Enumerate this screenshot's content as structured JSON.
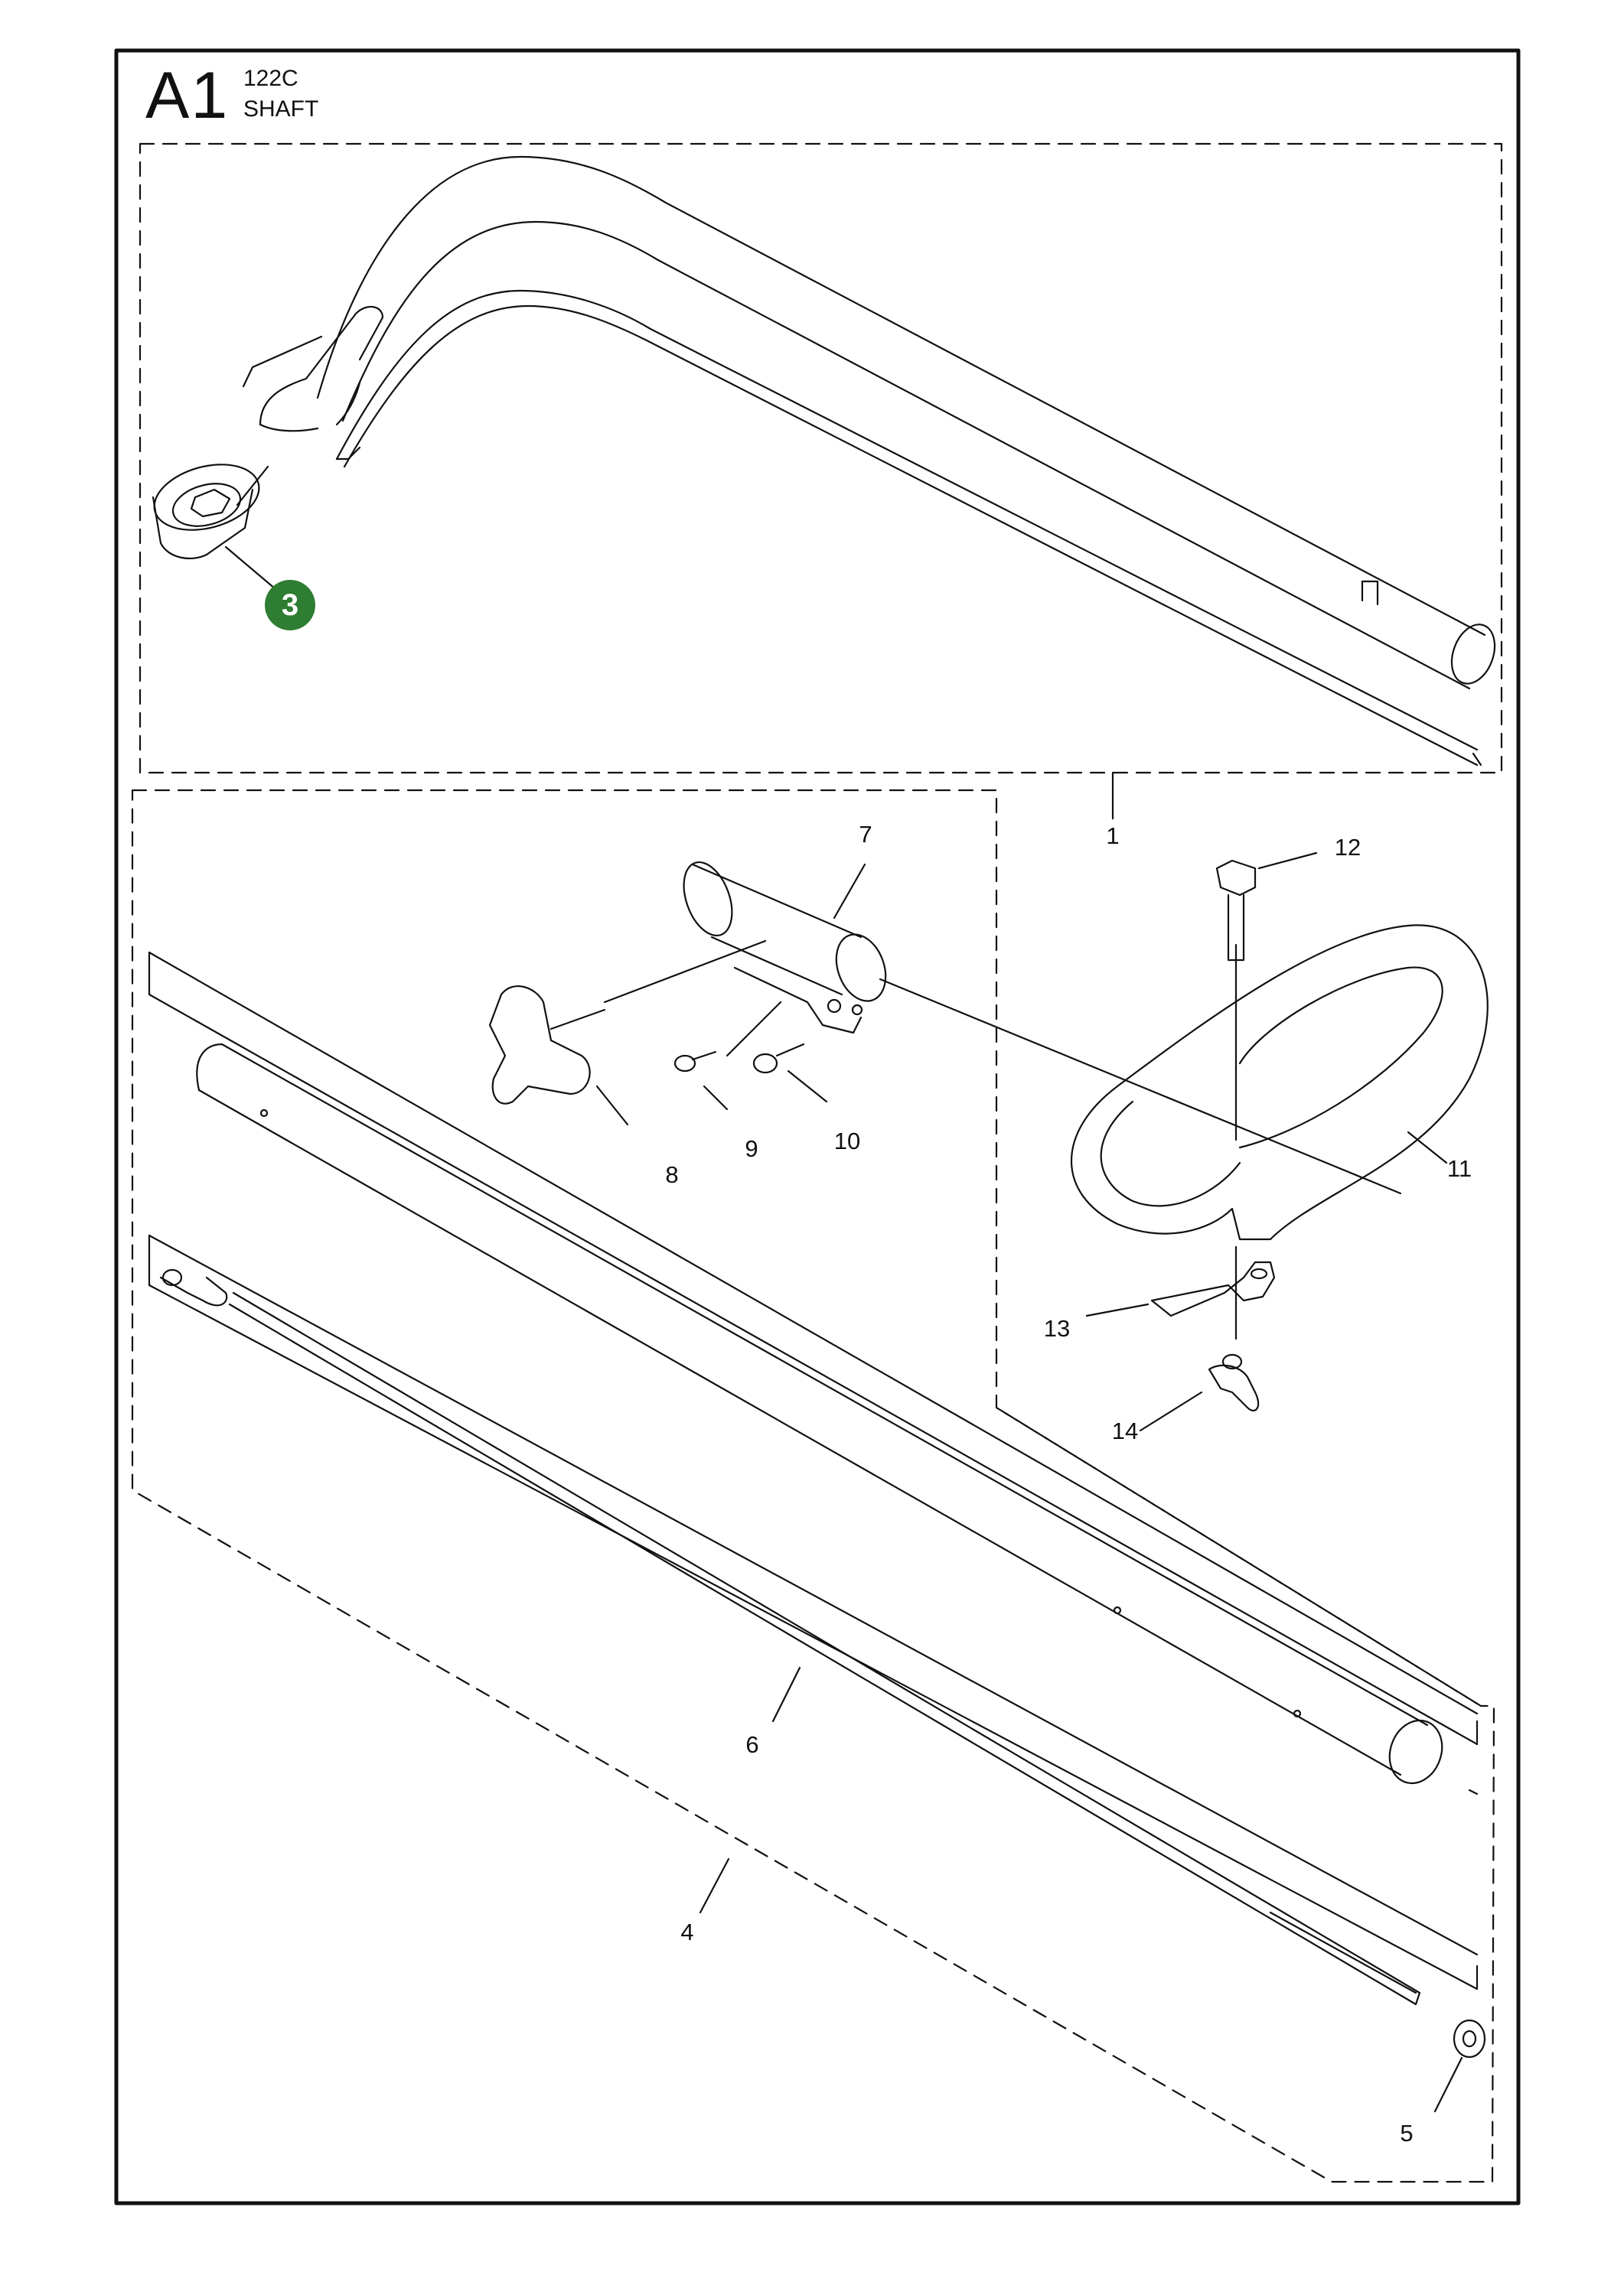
{
  "header": {
    "page_code": "A1",
    "model": "122C",
    "section_title": "SHAFT"
  },
  "highlight": {
    "part_number": "3",
    "color": "#2e7d32"
  },
  "callouts": {
    "p1": "1",
    "p4": "4",
    "p5": "5",
    "p6": "6",
    "p7": "7",
    "p8": "8",
    "p9": "9",
    "p10": "10",
    "p11": "11",
    "p12": "12",
    "p13": "13",
    "p14": "14"
  },
  "colors": {
    "line": "#111111",
    "background": "#ffffff"
  }
}
